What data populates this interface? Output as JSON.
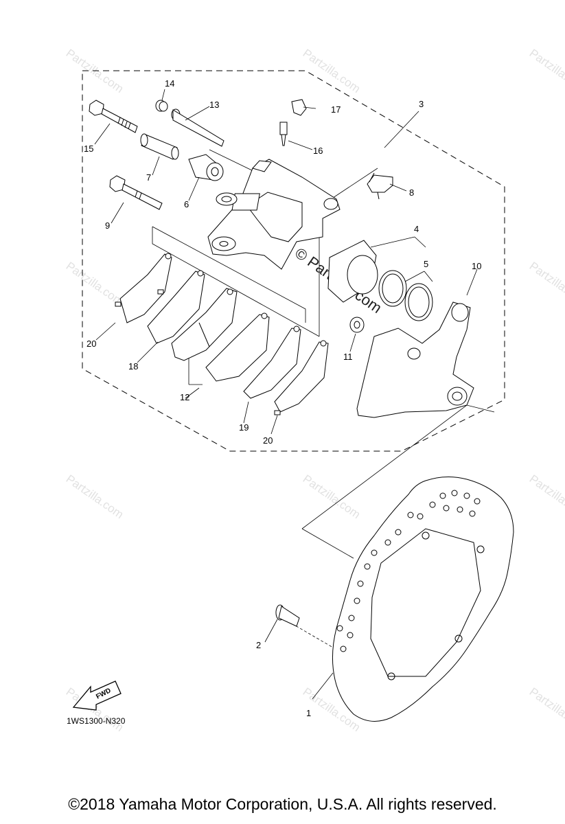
{
  "diagram": {
    "part_labels": [
      "1",
      "2",
      "3",
      "4",
      "5",
      "6",
      "7",
      "8",
      "9",
      "10",
      "11",
      "12",
      "13",
      "14",
      "15",
      "16",
      "17",
      "18",
      "19",
      "20",
      "20"
    ],
    "diagram_code": "1WS1300-N320",
    "fwd_label": "FWD",
    "watermark": "Partzilla.com",
    "center_watermark": "© Partzilla.com"
  },
  "footer": {
    "copyright": "©2018 Yamaha Motor Corporation, U.S.A. All rights reserved."
  }
}
